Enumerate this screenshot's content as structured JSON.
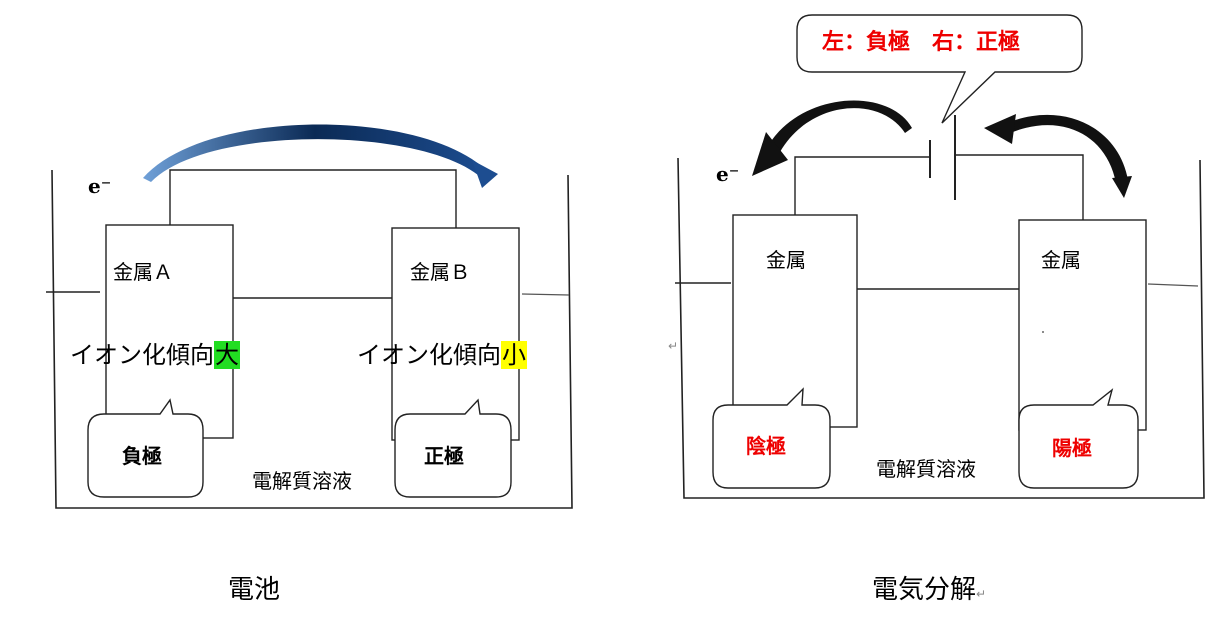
{
  "battery": {
    "electron_label": "e⁻",
    "metal_a_label": "金属Ａ",
    "metal_b_label": "金属Ｂ",
    "ion_prefix": "イオン化傾向",
    "ion_a_level": "大",
    "ion_b_level": "小",
    "ion_a_color": "#22dd22",
    "ion_b_color": "#ffff00",
    "electrode_a_label": "負極",
    "electrode_b_label": "正極",
    "solution_label": "電解質溶液",
    "caption": "電池"
  },
  "electrolysis": {
    "electron_label": "e⁻",
    "callout_text": "左：負極　右：正極",
    "metal_left_label": "金属",
    "metal_right_label": "金属",
    "cathode_label": "陰極",
    "anode_label": "陽極",
    "label_color": "#ee0000",
    "solution_label": "電解質溶液",
    "caption": "電気分解",
    "caption_mark": "↵",
    "side_mark": "↵"
  }
}
